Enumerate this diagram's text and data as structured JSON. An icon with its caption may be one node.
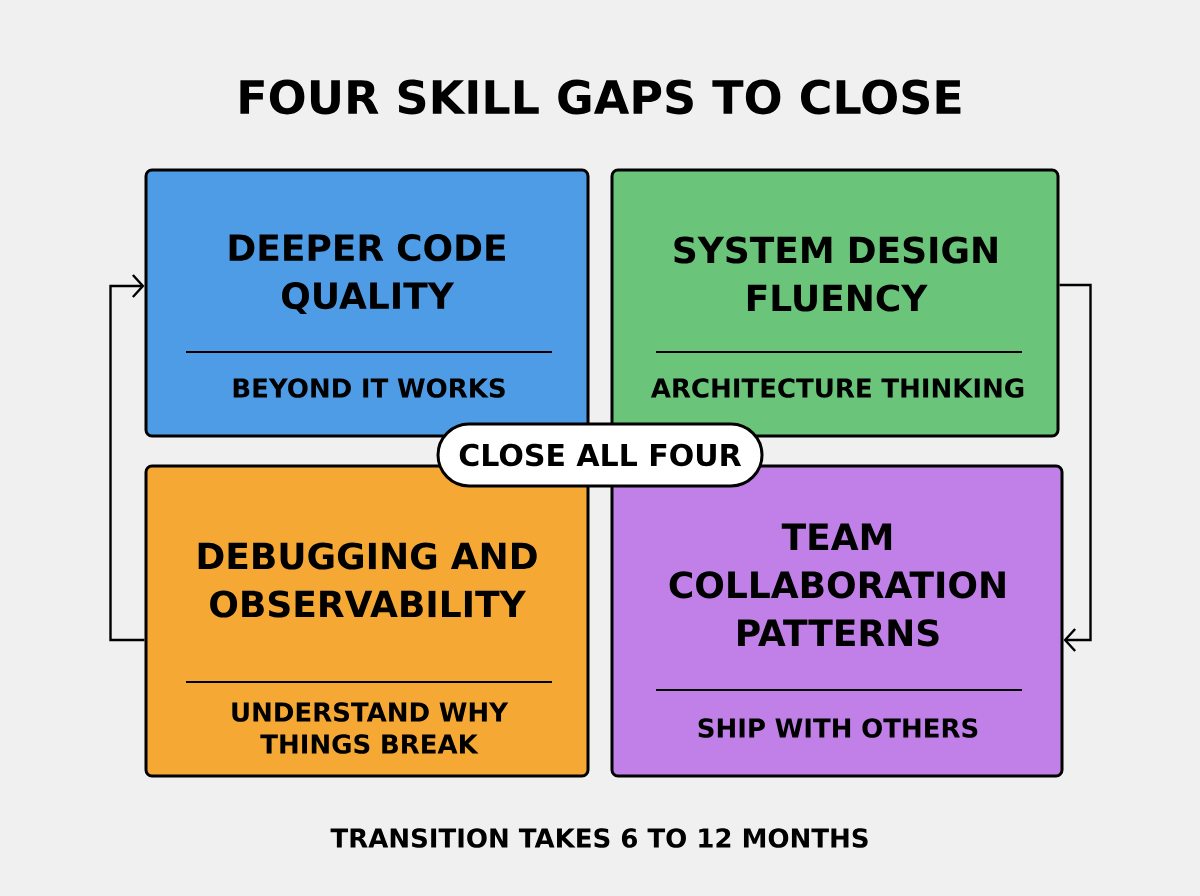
{
  "diagram": {
    "title": "FOUR SKILL GAPS TO CLOSE",
    "caption": "TRANSITION TAKES 6 TO 12 MONTHS",
    "nodes": [
      {
        "text": [
          "DEEPER CODE QUALITY",
          "BEYOND IT WORKS"
        ]
      },
      {
        "text": [
          "SYSTEM DESIGN FLUENCY",
          "ARCHITECTURE THINKING"
        ]
      },
      {
        "text": [
          "CLOSE ALL FOUR"
        ]
      },
      {
        "text": [
          "DEBUGGING AND OBSERVABILITY",
          "UNDERSTAND WHY THINGS BREAK"
        ]
      },
      {
        "text": [
          "TEAM COLLABORATION PATTERNS",
          "SHIP WITH OTHERS"
        ]
      }
    ],
    "edges": [
      {
        "from": 3,
        "to": 0,
        "arrow": "to"
      },
      {
        "from": 1,
        "to": 4,
        "arrow": "to"
      }
    ]
  }
}
